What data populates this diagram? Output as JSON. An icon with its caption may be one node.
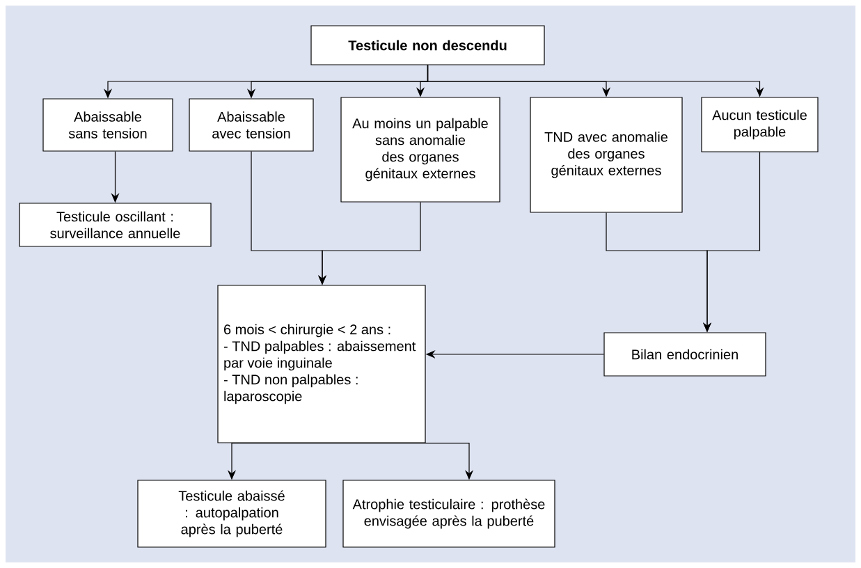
{
  "diagram": {
    "nodes": [
      {
        "text": [
          "Testicule non descendu"
        ]
      },
      {
        "text": [
          "Abaissable sans tension"
        ]
      },
      {
        "text": [
          "Abaissable avec tension"
        ]
      },
      {
        "text": [
          "Au moins un palpable sans anomalie des organes génitaux externes"
        ]
      },
      {
        "text": [
          "TND avec anomalie des organes génitaux externes"
        ]
      },
      {
        "text": [
          "Aucun testicule palpable"
        ]
      },
      {
        "text": [
          "Testicule oscillant : surveillance annuelle"
        ]
      },
      {
        "text": [
          "6 mois < chirurgie < 2 ans :",
          "- TND palpables : abaissement par voie inguinale",
          "- TND non palpables : laparoscopie"
        ]
      },
      {
        "text": [
          "Bilan endocrinien"
        ]
      },
      {
        "text": [
          "Testicule abaissé : autopalpation après la puberté"
        ]
      },
      {
        "text": [
          "Atrophie testiculaire : prothèse envisagée après la puberté"
        ]
      }
    ],
    "edges": [
      {
        "from": 0,
        "to": 1,
        "arrow": "to"
      },
      {
        "from": 0,
        "to": 2,
        "arrow": "to"
      },
      {
        "from": 0,
        "to": 3,
        "arrow": "to"
      },
      {
        "from": 0,
        "to": 4,
        "arrow": "to"
      },
      {
        "from": 0,
        "to": 5,
        "arrow": "to"
      },
      {
        "from": 1,
        "to": 6,
        "arrow": "to"
      },
      {
        "from": 2,
        "to": 7,
        "arrow": "to"
      },
      {
        "from": 3,
        "to": 7,
        "arrow": "to"
      },
      {
        "from": 4,
        "to": 8,
        "arrow": "to"
      },
      {
        "from": 5,
        "to": 8,
        "arrow": "to"
      },
      {
        "from": 8,
        "to": 7,
        "arrow": "to"
      },
      {
        "from": 7,
        "to": 9,
        "arrow": "to"
      },
      {
        "from": 7,
        "to": 10,
        "arrow": "to"
      }
    ]
  }
}
